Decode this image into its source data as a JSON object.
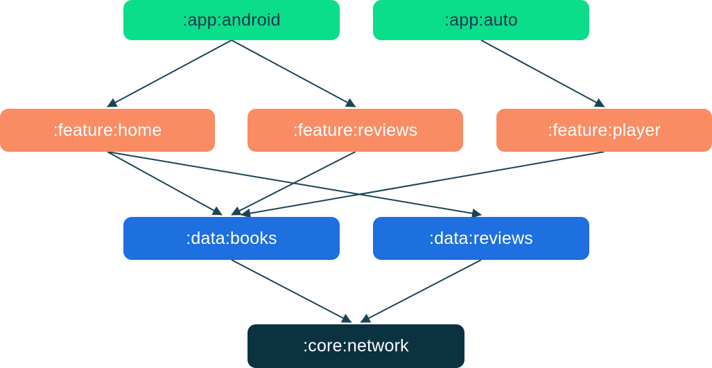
{
  "diagram": {
    "title": "module-dependency-graph",
    "background_color": "#ffffff",
    "arrow_color": "#1c4355",
    "node_groups": {
      "app": {
        "fill": "#0bde8b",
        "text": "#17384a"
      },
      "feature": {
        "fill": "#fa8c64",
        "text": "#ffffff"
      },
      "data": {
        "fill": "#1e6fdf",
        "text": "#ffffff"
      },
      "core": {
        "fill": "#0b3240",
        "text": "#ffffff"
      }
    },
    "nodes": [
      {
        "id": "app-android",
        "label": ":app:android",
        "group": "app"
      },
      {
        "id": "app-auto",
        "label": ":app:auto",
        "group": "app"
      },
      {
        "id": "feature-home",
        "label": ":feature:home",
        "group": "feature"
      },
      {
        "id": "feature-reviews",
        "label": ":feature:reviews",
        "group": "feature"
      },
      {
        "id": "feature-player",
        "label": ":feature:player",
        "group": "feature"
      },
      {
        "id": "data-books",
        "label": ":data:books",
        "group": "data"
      },
      {
        "id": "data-reviews",
        "label": ":data:reviews",
        "group": "data"
      },
      {
        "id": "core-network",
        "label": ":core:network",
        "group": "core"
      }
    ],
    "edges": [
      {
        "from": "app-android",
        "to": "feature-home"
      },
      {
        "from": "app-android",
        "to": "feature-reviews"
      },
      {
        "from": "app-auto",
        "to": "feature-player"
      },
      {
        "from": "feature-home",
        "to": "data-books"
      },
      {
        "from": "feature-home",
        "to": "data-reviews"
      },
      {
        "from": "feature-reviews",
        "to": "data-books"
      },
      {
        "from": "feature-player",
        "to": "data-books"
      },
      {
        "from": "data-books",
        "to": "core-network"
      },
      {
        "from": "data-reviews",
        "to": "core-network"
      }
    ]
  }
}
